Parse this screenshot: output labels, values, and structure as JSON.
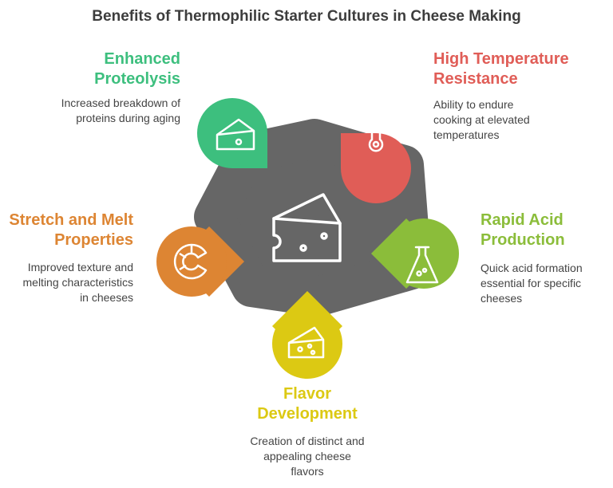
{
  "title": "Benefits of Thermophilic Starter Cultures in Cheese Making",
  "center_icon": "cheese-wedge-icon",
  "colors": {
    "hub": "#666666",
    "green": "#3dbf7e",
    "red": "#e05d57",
    "orange": "#dd8533",
    "lime": "#8bbd3a",
    "yellow": "#dcc913"
  },
  "benefits": [
    {
      "title_line1": "Enhanced",
      "title_line2": "Proteolysis",
      "desc_line1": "Increased breakdown of",
      "desc_line2": "proteins during aging",
      "desc_line3": "",
      "icon": "cheese-block-icon",
      "color": "#3dbf7e"
    },
    {
      "title_line1": "High Temperature",
      "title_line2": "Resistance",
      "desc_line1": "Ability to endure",
      "desc_line2": "cooking at elevated",
      "desc_line3": "temperatures",
      "icon": "thermometer-icon",
      "color": "#e05d57"
    },
    {
      "title_line1": "Stretch and Melt",
      "title_line2": "Properties",
      "desc_line1": "Improved texture and",
      "desc_line2": "melting characteristics",
      "desc_line3": "in cheeses",
      "icon": "stretch-c-icon",
      "color": "#dd8533"
    },
    {
      "title_line1": "Rapid Acid",
      "title_line2": "Production",
      "desc_line1": "Quick acid formation",
      "desc_line2": "essential for specific",
      "desc_line3": "cheeses",
      "icon": "flask-icon",
      "color": "#8bbd3a"
    },
    {
      "title_line1": "Flavor",
      "title_line2": "Development",
      "desc_line1": "Creation of distinct and",
      "desc_line2": "appealing cheese",
      "desc_line3": "flavors",
      "icon": "swiss-cheese-icon",
      "color": "#dcc913"
    }
  ]
}
